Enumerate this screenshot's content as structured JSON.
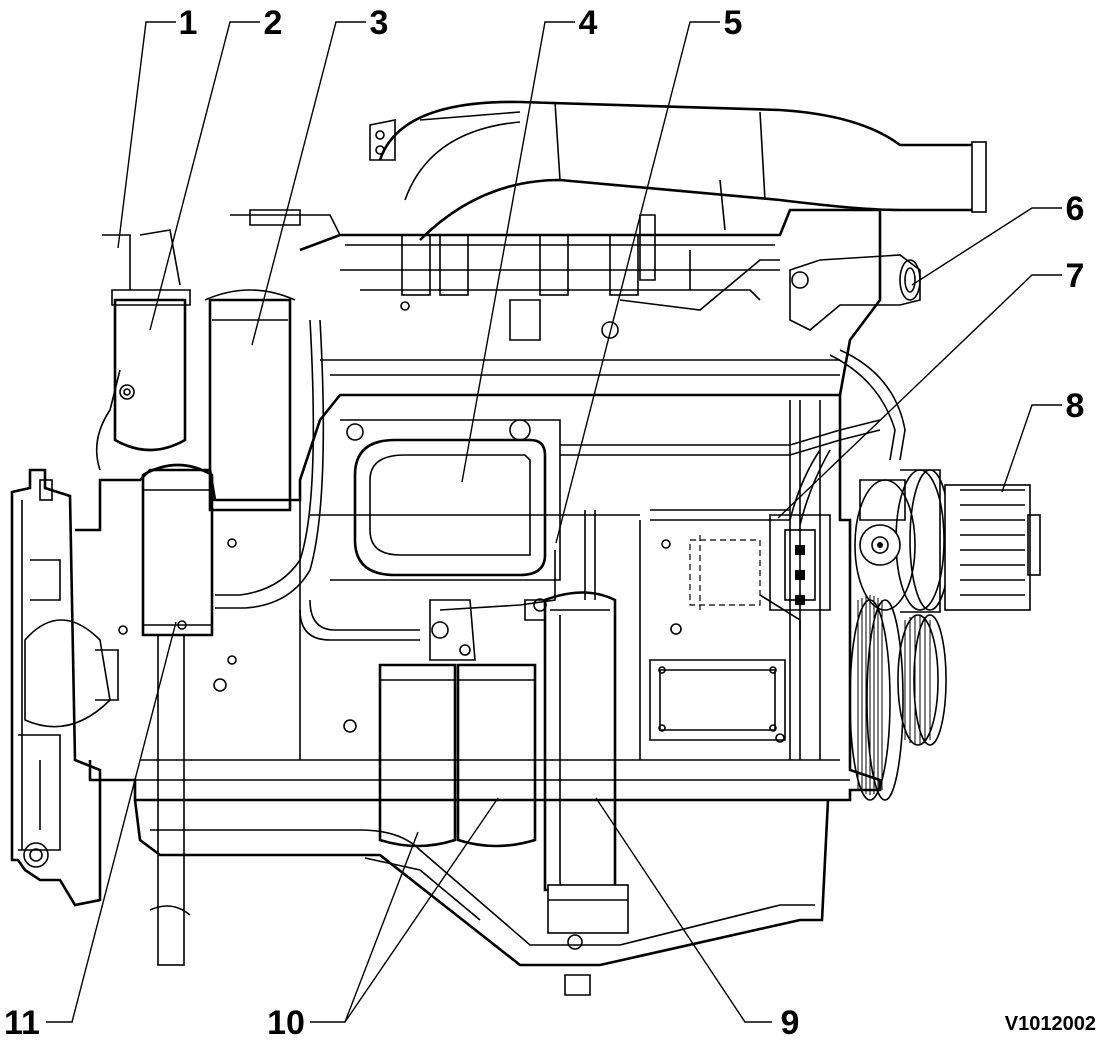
{
  "figure": {
    "image_code": "V1012002",
    "callouts": [
      "1",
      "2",
      "3",
      "4",
      "5",
      "6",
      "7",
      "8",
      "9",
      "10",
      "11"
    ]
  },
  "colors": {
    "ink": "#000000",
    "paper": "#ffffff"
  }
}
